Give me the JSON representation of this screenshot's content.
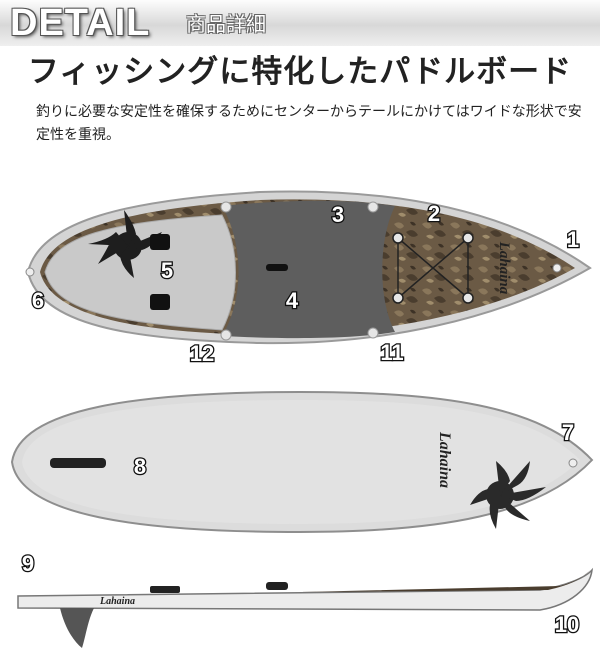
{
  "header": {
    "title_en": "DETAIL",
    "title_jp": "商品詳細"
  },
  "headline": "フィッシングに特化したパドルボード",
  "description": "釣りに必要な安定性を確保するためにセンターからテールにかけてはワイドな形状で安定性を重視。",
  "board": {
    "brand": "Lahaina"
  },
  "callouts": [
    "1",
    "2",
    "3",
    "4",
    "5",
    "6",
    "7",
    "8",
    "9",
    "10",
    "11",
    "12"
  ]
}
